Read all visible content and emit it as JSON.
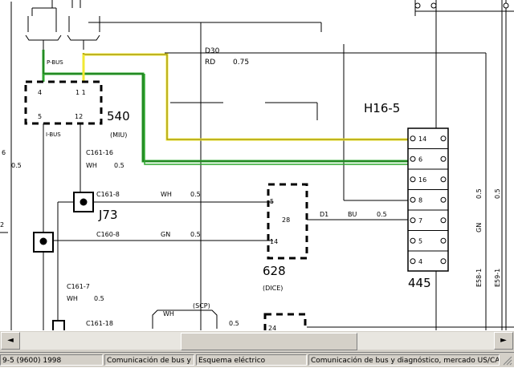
{
  "diagram": {
    "wire_top": {
      "code": "D30",
      "color": "RD",
      "size": "0.75"
    },
    "bus_labels": {
      "pbus": "P-BUS",
      "ibus": "I-BUS"
    },
    "module540": {
      "number": "540",
      "name": "(MIU)",
      "pins": {
        "p4": "4",
        "p11": "1 1",
        "p5": "5",
        "p12": "12"
      }
    },
    "left_edge": {
      "wire_num": "6",
      "wire_size": "0.5",
      "marker": "2"
    },
    "wire_c161_16": {
      "code": "C161-16",
      "color": "WH",
      "size": "0.5"
    },
    "wire_c161_8": {
      "code": "C161-8",
      "color": "WH",
      "size": "0.5"
    },
    "wire_c160_8": {
      "code": "C160-8",
      "color": "GN",
      "size": "0.5"
    },
    "wire_c161_7": {
      "code": "C161-7",
      "color": "WH",
      "size": "0.5"
    },
    "wire_c161_18": {
      "code": "C161-18"
    },
    "splice_j73": "J73",
    "module628": {
      "number": "628",
      "name": "(DICE)",
      "pins": {
        "p5": "5",
        "p28": "28",
        "p14": "14",
        "p24": "24"
      }
    },
    "wire_d1": {
      "code": "D1",
      "color": "BU",
      "size": "0.5"
    },
    "connector": {
      "label": "H16-5",
      "sub": "445",
      "pins": [
        "14",
        "6",
        "16",
        "8",
        "7",
        "5",
        "4"
      ]
    },
    "right_wires": {
      "gn": "GN",
      "size1": "0.5",
      "e58": "E58-1",
      "e59": "E59-1",
      "size2": "0.5"
    },
    "scp": {
      "color": "WH",
      "label": "(SCP)",
      "size": "0.5"
    },
    "colors": {
      "yellow": "#f2e833",
      "green": "#2ea82e",
      "wire": "#000000"
    }
  },
  "scrollbar": {
    "left_arrow": "◄",
    "right_arrow": "►"
  },
  "status": {
    "pane1": "9-5 (9600) 1998",
    "pane2": "Comunicación de bus y diagnóstic",
    "pane3": "Esquema eléctrico",
    "pane4": "Comunicación de bus y diagnóstico, mercado US/CA (hasta"
  }
}
